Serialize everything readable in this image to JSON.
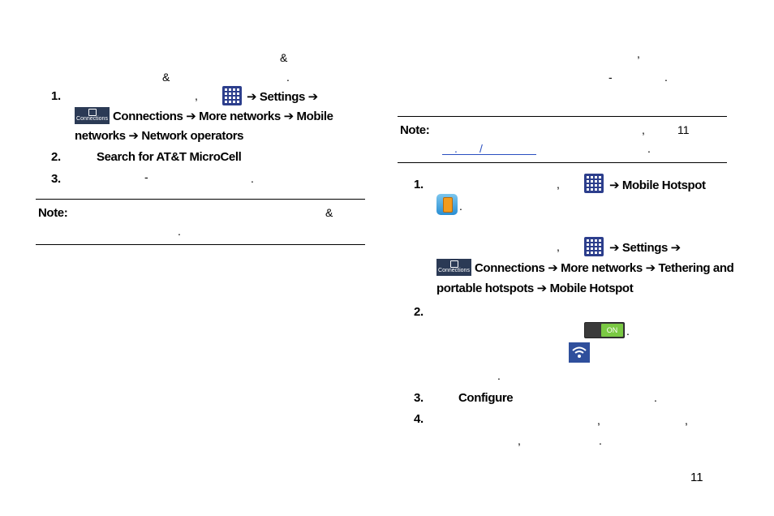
{
  "left": {
    "amp1": "&",
    "amp2": "&",
    "dot1": ".",
    "step1_num": "1.",
    "step1_comma": ",",
    "step1_arrow_settings": "➔ Settings ➔",
    "step1_line2": "Connections ➔ More networks ➔ Mobile",
    "step1_line3_bold": "networks ➔ Network operators",
    "step1_line3_end": ".",
    "step2_num": "2.",
    "step2_bold": "Search for AT&T MicroCell",
    "step2_end": ".",
    "step3_num": "3.",
    "step3_dash": "-",
    "step3_dot": ".",
    "note_label": "Note:",
    "note_amp": "&",
    "note_dot": "."
  },
  "right": {
    "comma_top": ",",
    "dash_top": "-",
    "dot_top": ".",
    "note_label": "Note:",
    "note_comma": ",",
    "note_page": "11",
    "link_dot": ".",
    "link_slash": "/",
    "note_end_dot": ".",
    "step1_num": "1.",
    "step1_comma": ",",
    "step1_arrow_hotspot": "➔ Mobile Hotspot",
    "step1_dot": ".",
    "alt_comma": ",",
    "alt_arrow_settings": "➔ Settings ➔",
    "alt_line2": "Connections ➔ More networks ➔ Tethering and",
    "alt_line3_bold": "portable hotspots ➔ Mobile Hotspot",
    "alt_line3_end": ".",
    "step2_num": "2.",
    "toggle_dot": ".",
    "toggle_label": "ON",
    "wifi_dot": ".",
    "step3_num": "3.",
    "step3_bold": "Configure",
    "step3_dot": ".",
    "step4_num": "4.",
    "step4_comma1": ",",
    "step4_comma2": ",",
    "step4_comma3": ",",
    "step4_dot": "."
  },
  "icons": {
    "apps": "apps-grid-icon",
    "connections": "connections-tab-icon",
    "connections_label": "Connections",
    "hotspot": "mobile-hotspot-icon",
    "toggle": "on-off-toggle-icon",
    "wifi": "wifi-icon"
  },
  "colors": {
    "apps_icon": "#2c3e8c",
    "toggle_on": "#7ac943",
    "link": "#2a4fc0",
    "wifi_bg": "#2f4f9c"
  },
  "page_number": "11"
}
